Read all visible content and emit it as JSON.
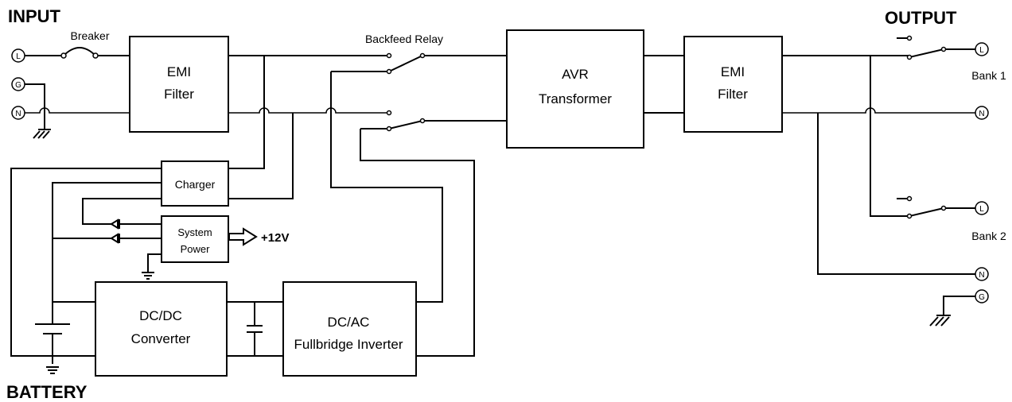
{
  "headings": {
    "input": "INPUT",
    "output": "OUTPUT",
    "battery": "BATTERY"
  },
  "labels": {
    "breaker": "Breaker",
    "backfeed_relay": "Backfeed Relay",
    "bank1": "Bank 1",
    "bank2": "Bank 2",
    "plus12v": "+12V"
  },
  "blocks": {
    "emi_in": [
      "EMI",
      "Filter"
    ],
    "avr": [
      "AVR",
      "Transformer"
    ],
    "emi_out": [
      "EMI",
      "Filter"
    ],
    "charger": [
      "Charger"
    ],
    "system_power": [
      "System",
      "Power"
    ],
    "dcdc": [
      "DC/DC",
      "Converter"
    ],
    "dcac": [
      "DC/AC",
      "Fullbridge Inverter"
    ]
  },
  "terminals": {
    "in_l": "L",
    "in_g": "G",
    "in_n": "N",
    "out_bank1_l": "L",
    "out_bank1_n": "N",
    "out_bank2_l": "L",
    "out_bank2_n": "N",
    "out_g": "G"
  }
}
